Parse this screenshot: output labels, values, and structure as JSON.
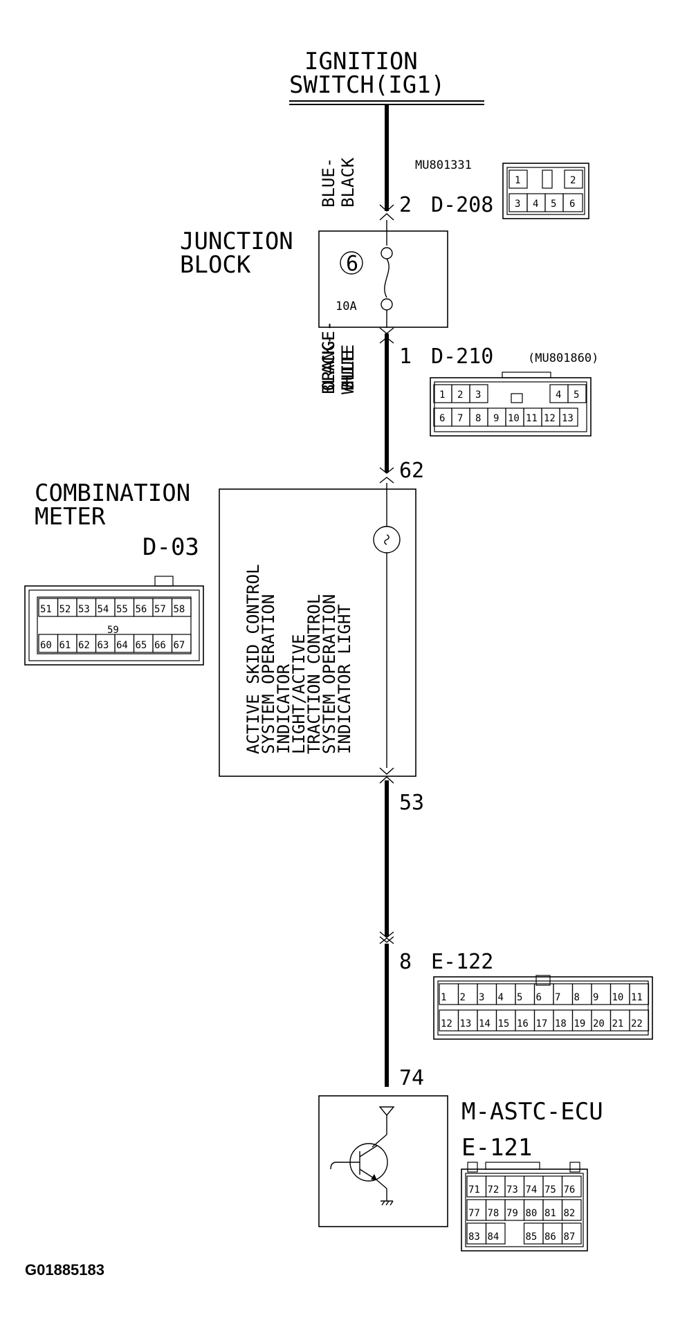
{
  "ignition": {
    "line1": "IGNITION",
    "line2": "SWITCH(IG1)"
  },
  "wire1": {
    "line1": "BLUE-",
    "line2": "BLACK"
  },
  "connector_d208": {
    "pin": "2",
    "name": "D-208",
    "part": "MU801331",
    "pins_top": [
      "1",
      "2"
    ],
    "pins_bottom": [
      "3",
      "4",
      "5",
      "6"
    ]
  },
  "junction_block": {
    "line1": "JUNCTION",
    "line2": "BLOCK",
    "fuse_number": "6",
    "fuse_rating": "10A"
  },
  "connector_d210": {
    "pin": "1",
    "name": "D-210",
    "part": "(MU801860)",
    "pins_top": [
      "1",
      "2",
      "3",
      "4",
      "5"
    ],
    "pins_bottom": [
      "6",
      "7",
      "8",
      "9",
      "10",
      "11",
      "12",
      "13"
    ]
  },
  "wire2": {
    "line1": "BLACK-",
    "line2": "WHITE"
  },
  "combination_meter": {
    "line1": "COMBINATION",
    "line2": "METER",
    "connector": "D-03",
    "pin_in": "62",
    "pin_out": "53",
    "pins_top": [
      "51",
      "52",
      "53",
      "54",
      "55",
      "56",
      "57",
      "58"
    ],
    "pins_mid": [
      "59"
    ],
    "pins_bottom": [
      "60",
      "61",
      "62",
      "63",
      "64",
      "65",
      "66",
      "67"
    ],
    "lamp_text": [
      "ACTIVE SKID CONTROL",
      "SYSTEM OPERATION",
      "INDICATOR",
      "LIGHT/ACTIVE",
      "TRACTION CONTROL",
      "SYSTEM OPERATION",
      "INDICATOR LIGHT"
    ]
  },
  "wire3": {
    "line1": "ORANGE-",
    "line2": "BLUE"
  },
  "connector_e122": {
    "pin": "8",
    "name": "E-122",
    "pins_top": [
      "1",
      "2",
      "3",
      "4",
      "5",
      "6",
      "7",
      "8",
      "9",
      "10",
      "11"
    ],
    "pins_bottom": [
      "12",
      "13",
      "14",
      "15",
      "16",
      "17",
      "18",
      "19",
      "20",
      "21",
      "22"
    ]
  },
  "wire4": {
    "line1": "ORANGE-",
    "line2": "BULE"
  },
  "ecu": {
    "name": "M-ASTC-ECU",
    "connector": "E-121",
    "pin": "74",
    "pins_row1": [
      "71",
      "72",
      "73",
      "74",
      "75",
      "76"
    ],
    "pins_row2": [
      "77",
      "78",
      "79",
      "80",
      "81",
      "82"
    ],
    "pins_row3": [
      "83",
      "84",
      "85",
      "86",
      "87"
    ]
  },
  "figure_code": "G01885183"
}
